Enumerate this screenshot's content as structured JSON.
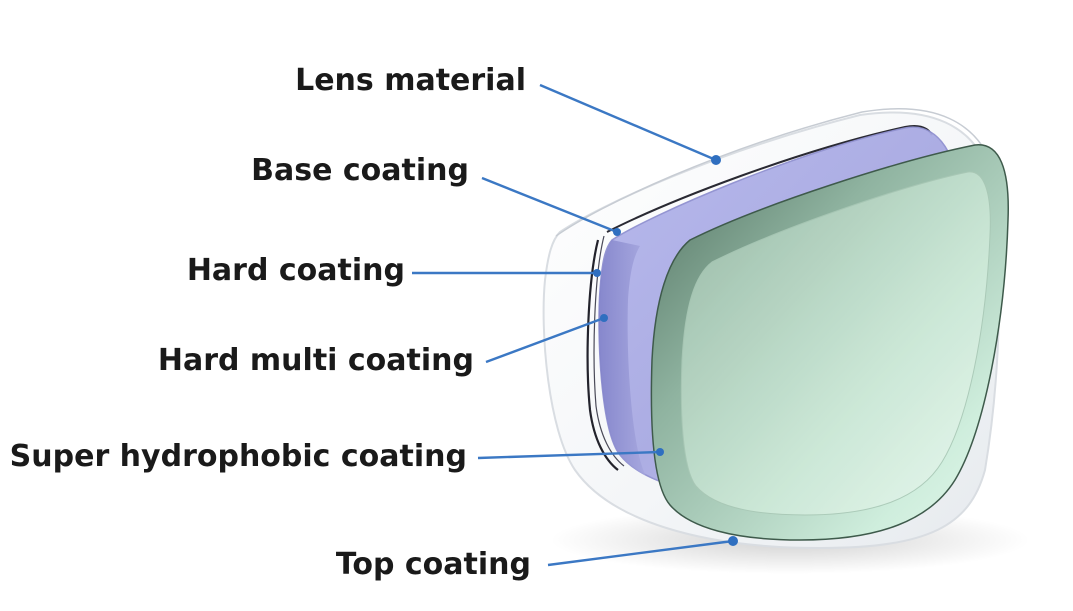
{
  "diagram": {
    "labels": {
      "lens_material": "Lens material",
      "base_coating": "Base coating",
      "hard_coating": "Hard coating",
      "hard_multi_coating": "Hard multi coating",
      "super_hydrophobic_coating": "Super hydrophobic coating",
      "top_coating": "Top coating"
    },
    "colors": {
      "leader_line": "#3b78c4",
      "label_text": "#1a1a1a",
      "violet_layer": "#8f8fd6",
      "green_layer": "#6f9a7c"
    }
  }
}
